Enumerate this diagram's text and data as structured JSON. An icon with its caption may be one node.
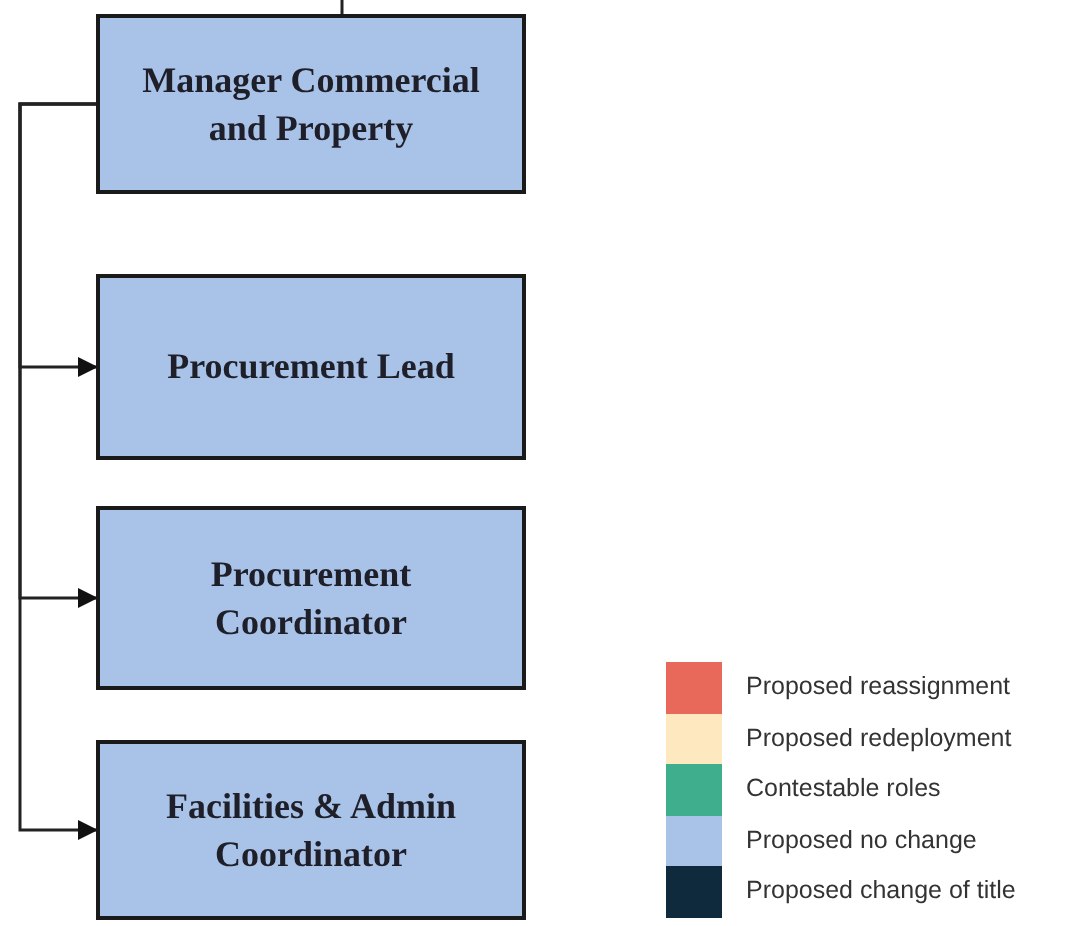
{
  "diagram": {
    "nodes": [
      {
        "text": [
          "Manager Commercial and Property"
        ]
      },
      {
        "text": [
          "Procurement Lead"
        ]
      },
      {
        "text": [
          "Procurement Coordinator"
        ]
      },
      {
        "text": [
          "Facilities & Admin Coordinator"
        ]
      }
    ],
    "edges": [
      {
        "from": null,
        "to": 0,
        "arrow": "none"
      },
      {
        "from": 0,
        "to": 1,
        "arrow": "to"
      },
      {
        "from": 0,
        "to": 2,
        "arrow": "to"
      },
      {
        "from": 0,
        "to": 3,
        "arrow": "to"
      }
    ],
    "legend": [
      {
        "text": "Proposed reassignment",
        "color": "#e8685a"
      },
      {
        "text": "Proposed redeployment",
        "color": "#fde8bf"
      },
      {
        "text": "Contestable roles",
        "color": "#3eae8c"
      },
      {
        "text": "Proposed no change",
        "color": "#a9c3e8"
      },
      {
        "text": "Proposed change of title",
        "color": "#0e2a3c"
      }
    ]
  }
}
